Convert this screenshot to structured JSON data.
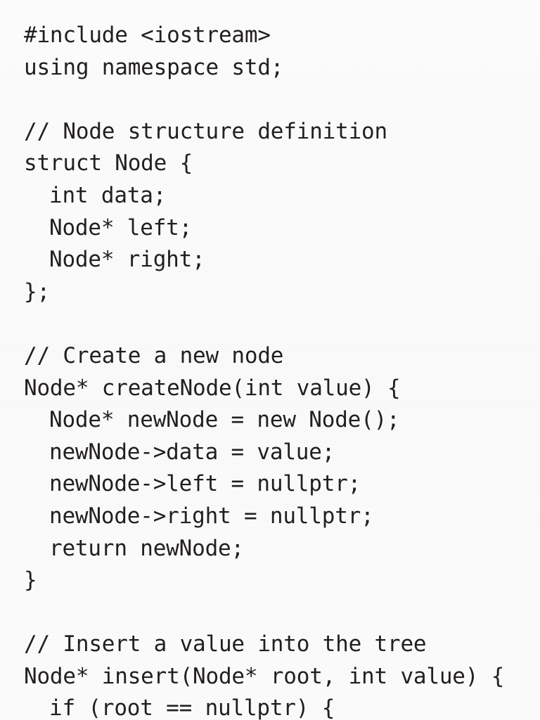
{
  "document": {
    "kind": "code-listing",
    "language": "C++",
    "background_color": "#fafafa",
    "text_color": "#231f20"
  },
  "code": {
    "lines": [
      {
        "text": "#include <iostream>",
        "indent": 0,
        "kind": "preprocessor"
      },
      {
        "text": "using namespace std;",
        "indent": 0,
        "kind": "statement"
      },
      {
        "text": "",
        "indent": 0,
        "kind": "blank"
      },
      {
        "text": "// Node structure definition",
        "indent": 0,
        "kind": "comment"
      },
      {
        "text": "struct Node {",
        "indent": 0,
        "kind": "statement"
      },
      {
        "text": "int data;",
        "indent": 1,
        "kind": "statement"
      },
      {
        "text": "Node* left;",
        "indent": 1,
        "kind": "statement"
      },
      {
        "text": "Node* right;",
        "indent": 1,
        "kind": "statement"
      },
      {
        "text": "};",
        "indent": 0,
        "kind": "statement"
      },
      {
        "text": "",
        "indent": 0,
        "kind": "blank"
      },
      {
        "text": "// Create a new node",
        "indent": 0,
        "kind": "comment"
      },
      {
        "text": "Node* createNode(int value) {",
        "indent": 0,
        "kind": "statement"
      },
      {
        "text": "Node* newNode = new Node();",
        "indent": 1,
        "kind": "statement"
      },
      {
        "text": "newNode->data = value;",
        "indent": 1,
        "kind": "statement"
      },
      {
        "text": "newNode->left = nullptr;",
        "indent": 1,
        "kind": "statement"
      },
      {
        "text": "newNode->right = nullptr;",
        "indent": 1,
        "kind": "statement"
      },
      {
        "text": "return newNode;",
        "indent": 1,
        "kind": "statement"
      },
      {
        "text": "}",
        "indent": 0,
        "kind": "statement"
      },
      {
        "text": "",
        "indent": 0,
        "kind": "blank"
      },
      {
        "text": "// Insert a value into the tree",
        "indent": 0,
        "kind": "comment"
      },
      {
        "text": "Node* insert(Node* root, int value) {",
        "indent": 0,
        "kind": "statement"
      },
      {
        "text": "if (root == nullptr) {",
        "indent": 1,
        "kind": "statement"
      }
    ]
  }
}
